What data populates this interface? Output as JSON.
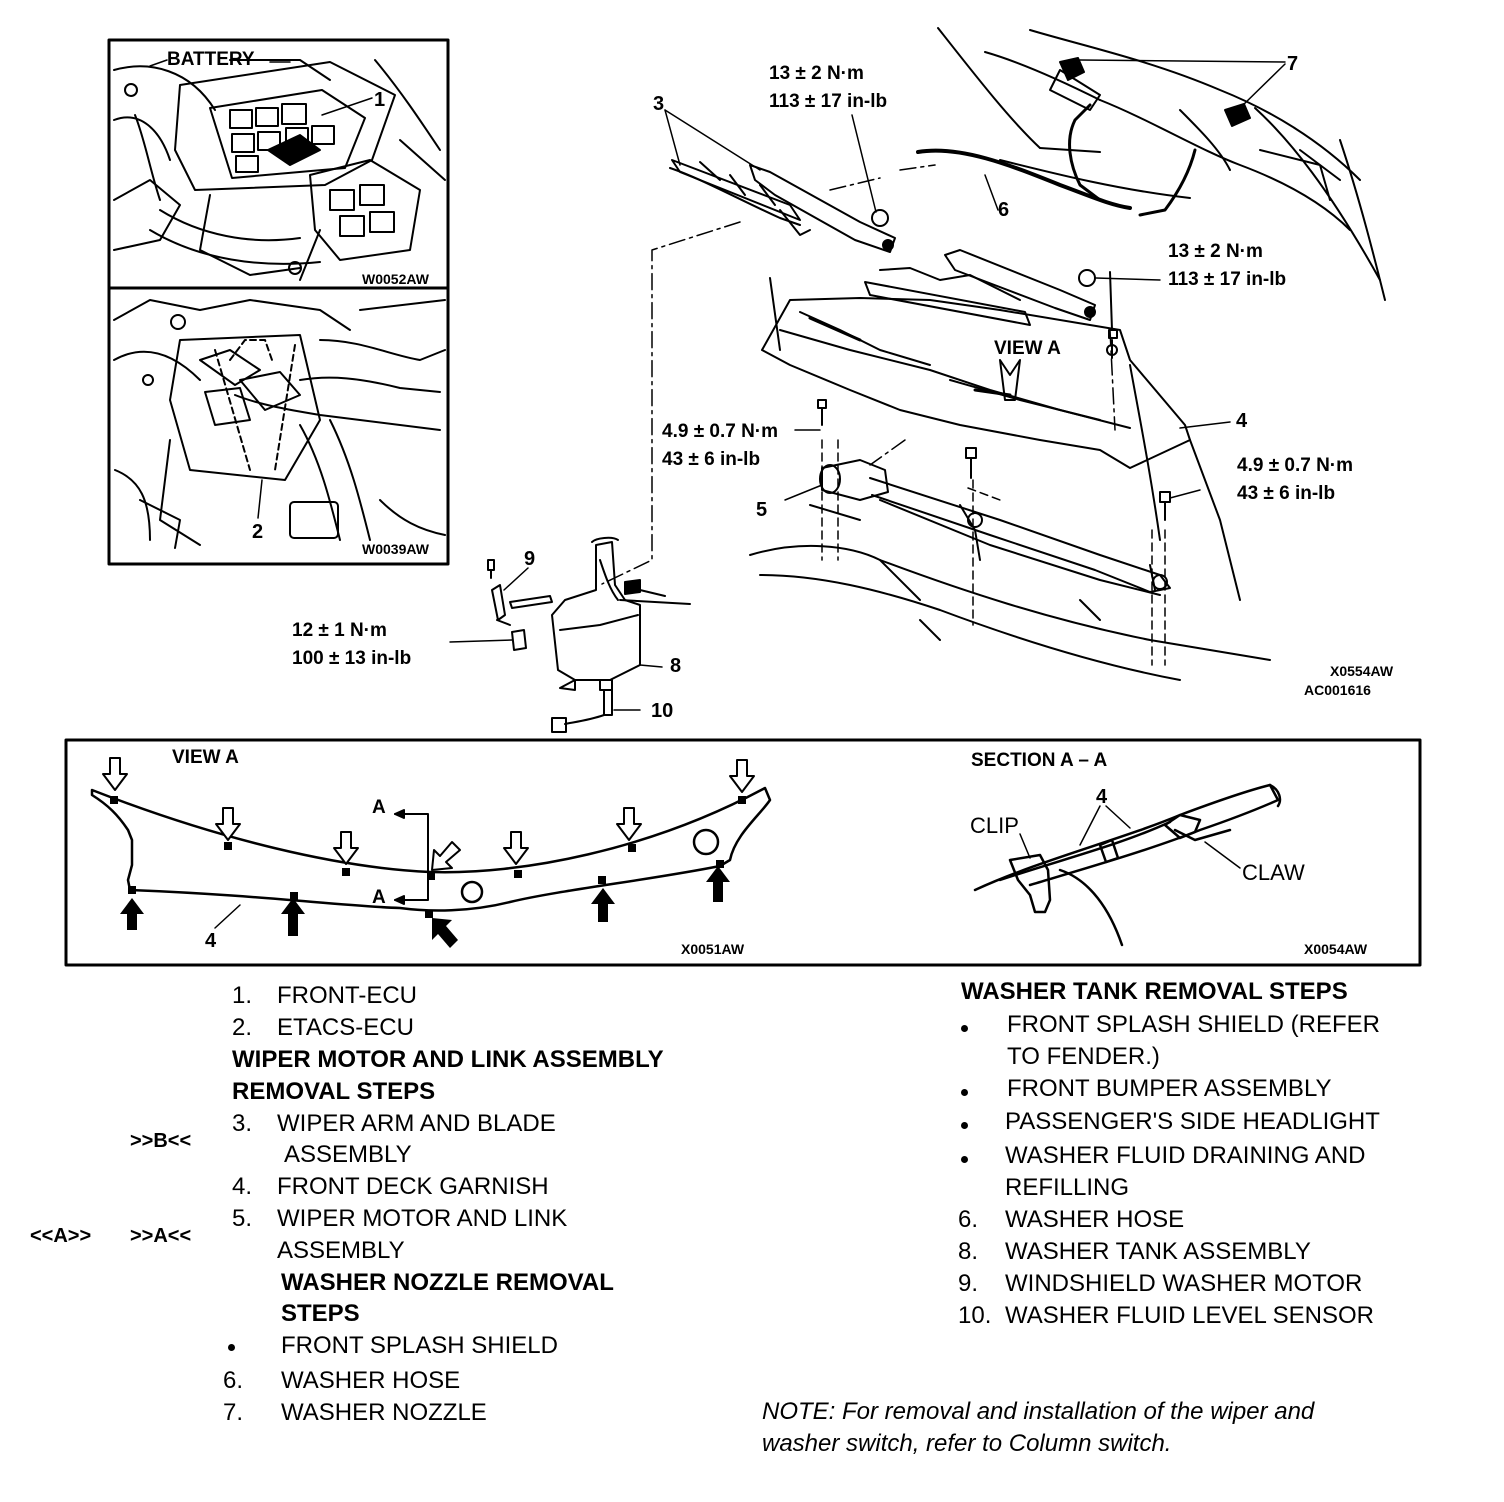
{
  "inset_top": {
    "battery_label": "BATTERY",
    "callout": "1",
    "code": "W0052AW"
  },
  "inset_bottom": {
    "callout": "2",
    "code": "W0039AW"
  },
  "main": {
    "callout_3": "3",
    "callout_4": "4",
    "callout_5": "5",
    "callout_6": "6",
    "callout_7": "7",
    "callout_8": "8",
    "callout_9": "9",
    "callout_10": "10",
    "torque_arm_left": [
      "13 ± 2 N·m",
      "113 ± 17 in-lb"
    ],
    "torque_arm_right": [
      "13 ± 2 N·m",
      "113 ± 17 in-lb"
    ],
    "torque_motor_left": [
      "4.9 ± 0.7 N·m",
      "43 ± 6 in-lb"
    ],
    "torque_motor_right": [
      "4.9 ± 0.7 N·m",
      "43 ± 6 in-lb"
    ],
    "torque_tank": [
      "12 ± 1 N·m",
      "100 ± 13 in-lb"
    ],
    "view_a": "VIEW A",
    "code_1": "X0554AW",
    "code_2": "AC001616"
  },
  "view_a_panel": {
    "title": "VIEW A",
    "section_mark_top": "A",
    "section_mark_bottom": "A",
    "callout": "4",
    "code": "X0051AW"
  },
  "section_panel": {
    "title": "SECTION A – A",
    "callout": "4",
    "clip": "CLIP",
    "claw": "CLAW",
    "code": "X0054AW"
  },
  "left_list": {
    "i1_num": "1.",
    "i1_text": "FRONT-ECU",
    "i2_num": "2.",
    "i2_text": "ETACS-ECU",
    "head1_line1": "WIPER MOTOR AND LINK ASSEMBLY",
    "head1_line2": "REMOVAL STEPS",
    "i3_marker": ">>B<<",
    "i3_num": "3.",
    "i3_line1": "WIPER ARM AND BLADE",
    "i3_line2": "ASSEMBLY",
    "i4_num": "4.",
    "i4_text": "FRONT DECK GARNISH",
    "i5_marker_left": "<<A>>",
    "i5_marker_right": ">>A<<",
    "i5_num": "5.",
    "i5_line1": "WIPER MOTOR AND LINK",
    "i5_line2": "ASSEMBLY",
    "head2_line1": "WASHER NOZZLE REMOVAL",
    "head2_line2": "STEPS",
    "b1_text": "FRONT SPLASH SHIELD",
    "i6_num": "6.",
    "i6_text": "WASHER HOSE",
    "i7_num": "7.",
    "i7_text": "WASHER NOZZLE"
  },
  "right_list": {
    "head": "WASHER TANK REMOVAL STEPS",
    "b1_line1": "FRONT SPLASH SHIELD (REFER",
    "b1_line2": "TO  FENDER.)",
    "b2_text": "FRONT BUMPER ASSEMBLY",
    "b3_text": "PASSENGER'S SIDE HEADLIGHT",
    "b4_line1": "WASHER FLUID DRAINING AND",
    "b4_line2": "REFILLING",
    "i6_num": "6.",
    "i6_text": "WASHER HOSE",
    "i8_num": "8.",
    "i8_text": "WASHER TANK ASSEMBLY",
    "i9_num": "9.",
    "i9_text": "WINDSHIELD WASHER MOTOR",
    "i10_num": "10.",
    "i10_text": "WASHER FLUID LEVEL SENSOR"
  },
  "note": {
    "line1": "NOTE: For removal and installation of the wiper and",
    "line2": "washer switch, refer to Column switch."
  }
}
